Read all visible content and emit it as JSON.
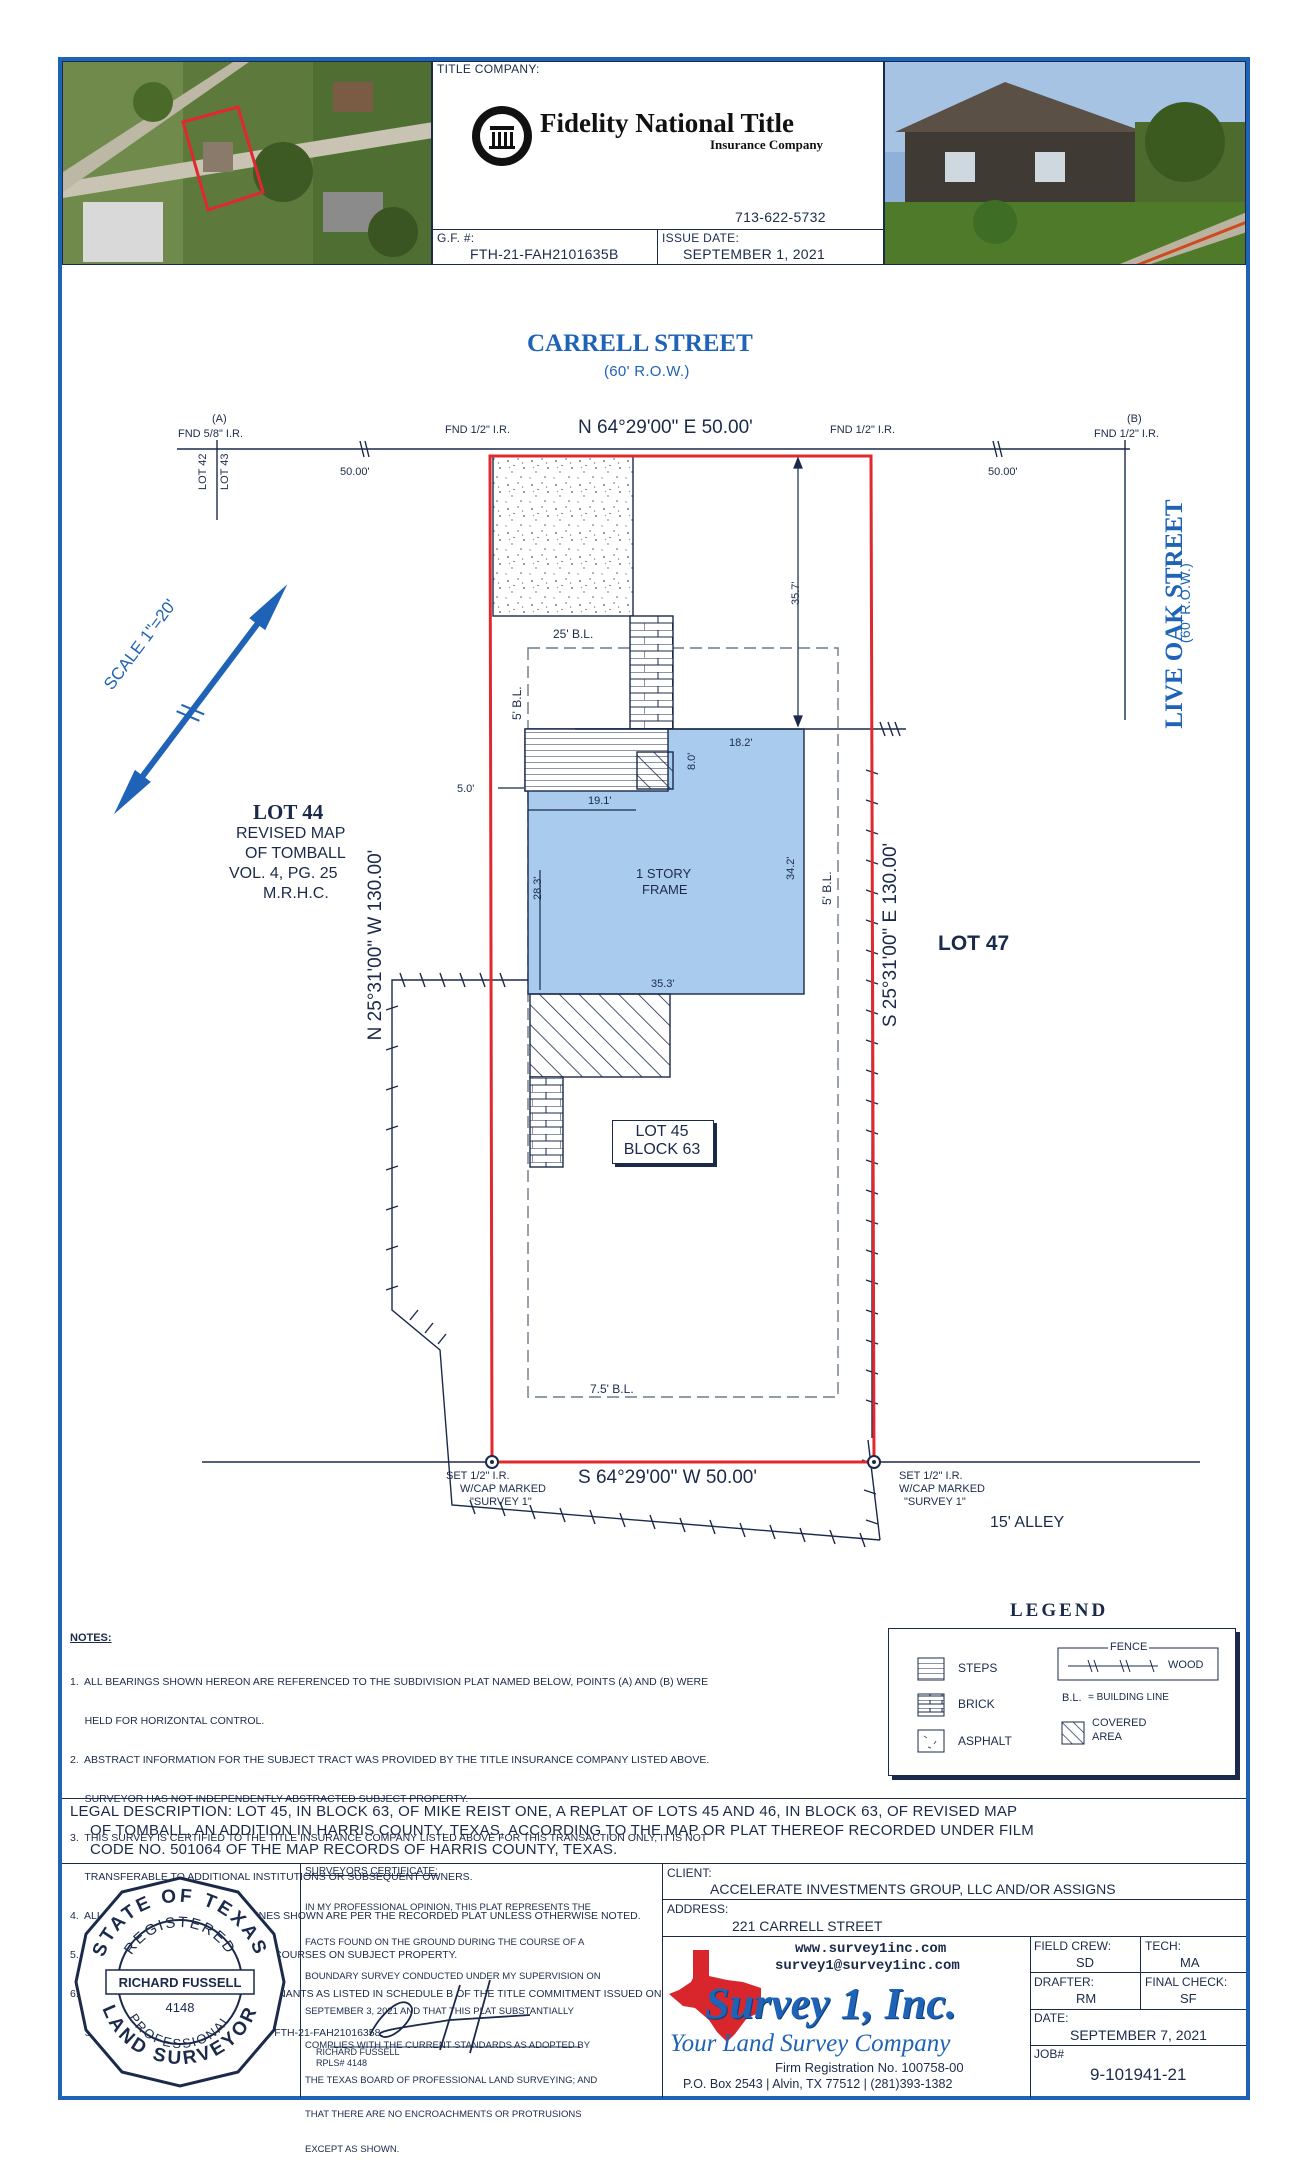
{
  "header": {
    "title_company_label": "TITLE COMPANY:",
    "company_name": "Fidelity National Title",
    "company_sub": "Insurance Company",
    "phone": "713-622-5732",
    "gf_label": "G.F. #:",
    "gf_number": "FTH-21-FAH2101635B",
    "issue_date_label": "ISSUE DATE:",
    "issue_date": "SEPTEMBER 1, 2021"
  },
  "plat": {
    "street_top": "CARRELL STREET",
    "street_top_row": "(60' R.O.W.)",
    "street_right": "LIVE OAK STREET",
    "street_right_row": "(60' R.O.W.)",
    "scale": "SCALE 1\"=20'",
    "pin_a_label": "(A)",
    "pin_a": "FND 5/8\" I.R.",
    "pin_b_label": "(B)",
    "pin_b": "FND 1/2\" I.R.",
    "fnd_left": "FND 1/2\" I.R.",
    "fnd_right": "FND 1/2\" I.R.",
    "bearing_top": "N 64°29'00\" E 50.00'",
    "bearing_bottom": "S 64°29'00\" W 50.00'",
    "bearing_left": "N 25°31'00\" W 130.00'",
    "bearing_right": "S 25°31'00\" E 130.00'",
    "dist_left": "50.00'",
    "dist_right": "50.00'",
    "lot42": "LOT 42",
    "lot43": "LOT 43",
    "lot44_title": "LOT 44",
    "lot44_l1": "REVISED MAP",
    "lot44_l2": "OF TOMBALL",
    "lot44_l3": "VOL. 4, PG. 25",
    "lot44_l4": "M.R.H.C.",
    "lot47": "LOT 47",
    "lot45_l1": "LOT 45",
    "lot45_l2": "BLOCK 63",
    "bl_25": "25' B.L.",
    "bl_5_left": "5' B.L.",
    "bl_5_right": "5' B.L.",
    "bl_75": "7.5' B.L.",
    "house_l1": "1 STORY",
    "house_l2": "FRAME",
    "dim_357": "35.7'",
    "dim_182": "18.2'",
    "dim_80": "8.0'",
    "dim_191": "19.1'",
    "dim_50": "5.0'",
    "dim_283": "28.3'",
    "dim_342": "34.2'",
    "dim_353": "35.3'",
    "set_left_l1": "SET 1/2\" I.R.",
    "set_left_l2": "W/CAP MARKED",
    "set_left_l3": "\"SURVEY 1\"",
    "set_right_l1": "SET 1/2\" I.R.",
    "set_right_l2": "W/CAP MARKED",
    "set_right_l3": "\"SURVEY 1\"",
    "alley": "15' ALLEY"
  },
  "notes": {
    "title": "NOTES:",
    "items": [
      "1.  ALL BEARINGS SHOWN HEREON ARE REFERENCED TO THE SUBDIVISION PLAT NAMED BELOW, POINTS (A) AND (B) WERE",
      "     HELD FOR HORIZONTAL CONTROL.",
      "2.  ABSTRACT INFORMATION FOR THE SUBJECT TRACT WAS PROVIDED BY THE TITLE INSURANCE COMPANY LISTED ABOVE.",
      "     SURVEYOR HAS NOT INDEPENDENTLY ABSTRACTED SUBJECT PROPERTY.",
      "3.  THIS SURVEY IS CERTIFIED TO THE TITLE INSURANCE COMPANY LISTED ABOVE FOR THIS TRANSACTION ONLY, IT IS NOT",
      "     TRANSFERABLE TO ADDITIONAL INSTITUTIONS OR SUBSEQUENT OWNERS.",
      "4.  ALL EASEMENTS AND BUILDING LINES SHOWN ARE PER THE RECORDED PLAT UNLESS OTHERWISE NOTED.",
      "5.  THERE ARE NO NATURAL DRAINAGE COURSES ON SUBJECT PROPERTY.",
      "6.  SUBJECT TO THE RESTRICTIVE COVENANTS AS LISTED IN SCHEDULE B OF THE TITLE COMMITMENT ISSUED ON",
      "     SEPTEMBER 1, 2021 UNDER G.F. NO. FTH-21-FAH21016358."
    ]
  },
  "legend": {
    "title": "LEGEND",
    "steps": "STEPS",
    "brick": "BRICK",
    "asphalt": "ASPHALT",
    "fence": "FENCE",
    "wood": "WOOD",
    "bl": "B.L.",
    "bl_desc": "= BUILDING LINE",
    "covered_l1": "COVERED",
    "covered_l2": "AREA"
  },
  "legal": {
    "l1": "LEGAL DESCRIPTION: LOT 45, IN BLOCK 63, OF MIKE REIST ONE, A REPLAT OF LOTS 45 AND 46, IN BLOCK 63, OF REVISED MAP",
    "l2": "OF TOMBALL, AN ADDITION IN HARRIS COUNTY, TEXAS, ACCORDING TO THE MAP OR PLAT THEREOF RECORDED UNDER FILM",
    "l3": "CODE NO. 501064 OF THE MAP RECORDS OF HARRIS COUNTY, TEXAS."
  },
  "seal": {
    "top": "STATE OF TEXAS",
    "registered": "REGISTERED",
    "name": "RICHARD FUSSELL",
    "number": "4148",
    "professional": "PROFESSIONAL",
    "bottom": "LAND SURVEYOR"
  },
  "certificate": {
    "title": "SURVEYORS CERTIFICATE:",
    "lines": [
      "IN MY PROFESSIONAL OPINION, THIS PLAT REPRESENTS THE",
      "FACTS FOUND ON THE GROUND DURING THE COURSE OF A",
      "BOUNDARY SURVEY CONDUCTED UNDER MY SUPERVISION ON",
      "SEPTEMBER 3, 2021 AND THAT THIS PLAT SUBSTANTIALLY",
      "COMPLIES WITH THE CURRENT STANDARDS AS ADOPTED BY",
      "THE TEXAS BOARD OF PROFESSIONAL LAND SURVEYING; AND",
      "THAT THERE ARE NO ENCROACHMENTS OR PROTRUSIONS",
      "EXCEPT AS SHOWN."
    ],
    "sig_name": "RICHARD FUSSELL",
    "sig_rpls": "RPLS# 4148"
  },
  "client": {
    "client_label": "CLIENT:",
    "client_value": "ACCELERATE INVESTMENTS GROUP, LLC AND/OR ASSIGNS",
    "address_label": "ADDRESS:",
    "address_value": "221 CARRELL STREET"
  },
  "company": {
    "website": "www.survey1inc.com",
    "email": "survey1@survey1inc.com",
    "logo_name": "Survey 1, Inc.",
    "tagline": "Your Land Survey Company",
    "registration": "Firm Registration No. 100758-00",
    "address": "P.O. Box 2543 | Alvin, TX 77512 | (281)393-1382"
  },
  "job": {
    "field_crew_label": "FIELD CREW:",
    "field_crew": "SD",
    "tech_label": "TECH:",
    "tech": "MA",
    "drafter_label": "DRAFTER:",
    "drafter": "RM",
    "final_check_label": "FINAL CHECK:",
    "final_check": "SF",
    "date_label": "DATE:",
    "date": "SEPTEMBER 7, 2021",
    "job_label": "JOB#",
    "job_number": "9-101941-21"
  },
  "colors": {
    "frame": "#1e63b6",
    "house": "#a9cbee",
    "boundary": "#e0282e",
    "ink": "#1b2a4a"
  }
}
